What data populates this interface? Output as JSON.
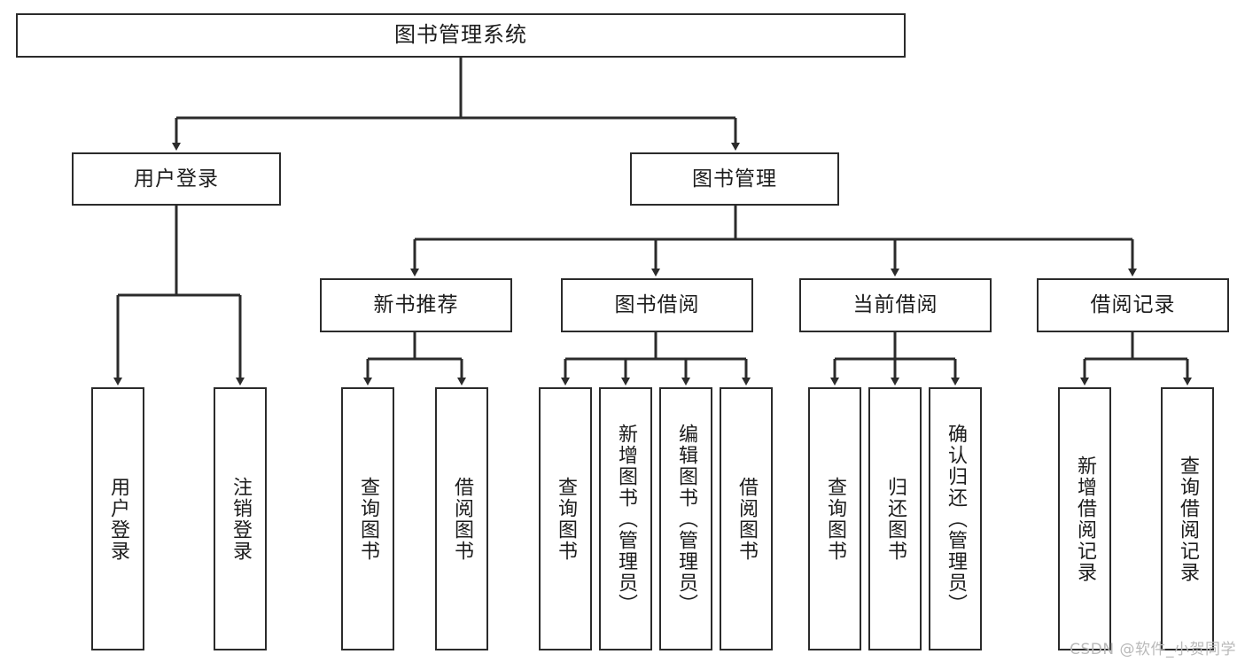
{
  "diagram": {
    "title": "图书管理系统",
    "type": "tree-hierarchy",
    "stroke_color": "#2b2b2b",
    "fill_color": "#ffffff",
    "text_color": "#1c1c1c"
  },
  "watermark": {
    "text": "CSDN @软件_小贺同学",
    "color": "#b9b9b9"
  },
  "nodes": {
    "root": {
      "label": "图书管理系统"
    },
    "level2": [
      {
        "label": "用户登录"
      },
      {
        "label": "图书管理"
      }
    ],
    "level3": [
      {
        "label": "新书推荐"
      },
      {
        "label": "图书借阅"
      },
      {
        "label": "当前借阅"
      },
      {
        "label": "借阅记录"
      }
    ],
    "leaves_user_login": [
      {
        "label": "用户登录"
      },
      {
        "label": "注销登录"
      }
    ],
    "leaves_new_book": [
      {
        "label": "查询图书"
      },
      {
        "label": "借阅图书"
      }
    ],
    "leaves_borrow": [
      {
        "label": "查询图书"
      },
      {
        "label": "新增图书（管理员）"
      },
      {
        "label": "编辑图书（管理员）"
      },
      {
        "label": "借阅图书"
      }
    ],
    "leaves_current": [
      {
        "label": "查询图书"
      },
      {
        "label": "归还图书"
      },
      {
        "label": "确认归还（管理员）"
      }
    ],
    "leaves_record": [
      {
        "label": "新增借阅记录"
      },
      {
        "label": "查询借阅记录"
      }
    ]
  }
}
